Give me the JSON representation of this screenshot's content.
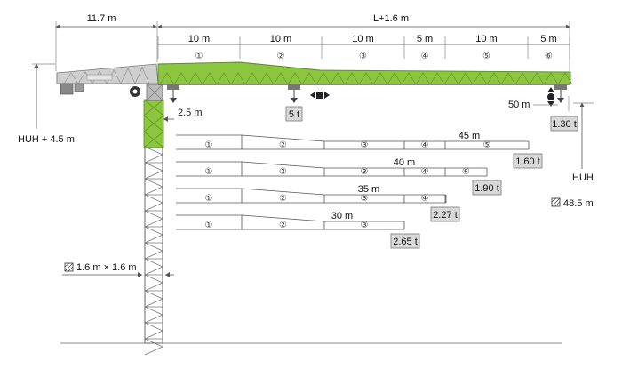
{
  "top_dims": {
    "counter_jib": "11.7 m",
    "jib_total": "L+1.6 m",
    "segments": [
      "10 m",
      "10 m",
      "10 m",
      "5 m",
      "10 m",
      "5 m"
    ],
    "section_numbers": [
      "①",
      "②",
      "③",
      "④",
      "⑤",
      "⑥"
    ]
  },
  "labels": {
    "huh_plus": "HUH + 4.5 m",
    "huh": "HUH",
    "height_max": "48.5 m",
    "offset": "2.5 m",
    "mast_section": "1.6 m × 1.6 m",
    "radius_50": "50 m"
  },
  "loads": {
    "trolley_max": "5 t",
    "tip_50": "1.30 t"
  },
  "configs": [
    {
      "length": "45 m",
      "load": "1.60 t",
      "sections": [
        "①",
        "②",
        "③",
        "④",
        "⑤"
      ]
    },
    {
      "length": "40 m",
      "load": "1.90 t",
      "sections": [
        "①",
        "②",
        "③",
        "④",
        "⑥"
      ]
    },
    {
      "length": "35 m",
      "load": "2.27 t",
      "sections": [
        "①",
        "②",
        "③",
        "④"
      ]
    },
    {
      "length": "30 m",
      "load": "2.65 t",
      "sections": [
        "①",
        "②",
        "③"
      ]
    }
  ],
  "colors": {
    "jib_green": "#8cc63f",
    "mast_green": "#8cc63f",
    "structure_grey": "#888888"
  }
}
